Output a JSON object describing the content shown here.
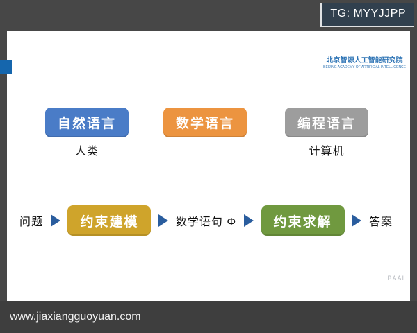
{
  "overlay": {
    "tg_badge": "TG: MYYJJPP",
    "site_url": "www.jiaxiangguoyuan.com"
  },
  "slide": {
    "logo": {
      "name": "北京智源人工智能研究院",
      "subtitle": "BEIJING ACADEMY OF ARTIFICIAL INTELLIGENCE"
    },
    "languages": {
      "boxes": [
        {
          "label": "自然语言"
        },
        {
          "label": "数学语言"
        },
        {
          "label": "编程语言"
        }
      ],
      "caption_left": "人类",
      "caption_right": "计算机"
    },
    "flow": {
      "input": "问题",
      "modeling": "约束建模",
      "statement": "数学语句 Φ",
      "solving": "约束求解",
      "output": "答案"
    },
    "watermark": "BAAI"
  },
  "colors": {
    "blue_box": "#4a7cc7",
    "orange_box": "#ec9440",
    "gray_box": "#9d9d9d",
    "gold_box": "#cfa42b",
    "green_box": "#70993f",
    "arrow": "#2a5d9e",
    "logo_blue": "#2e74b5",
    "accent_square": "#1566ad"
  }
}
